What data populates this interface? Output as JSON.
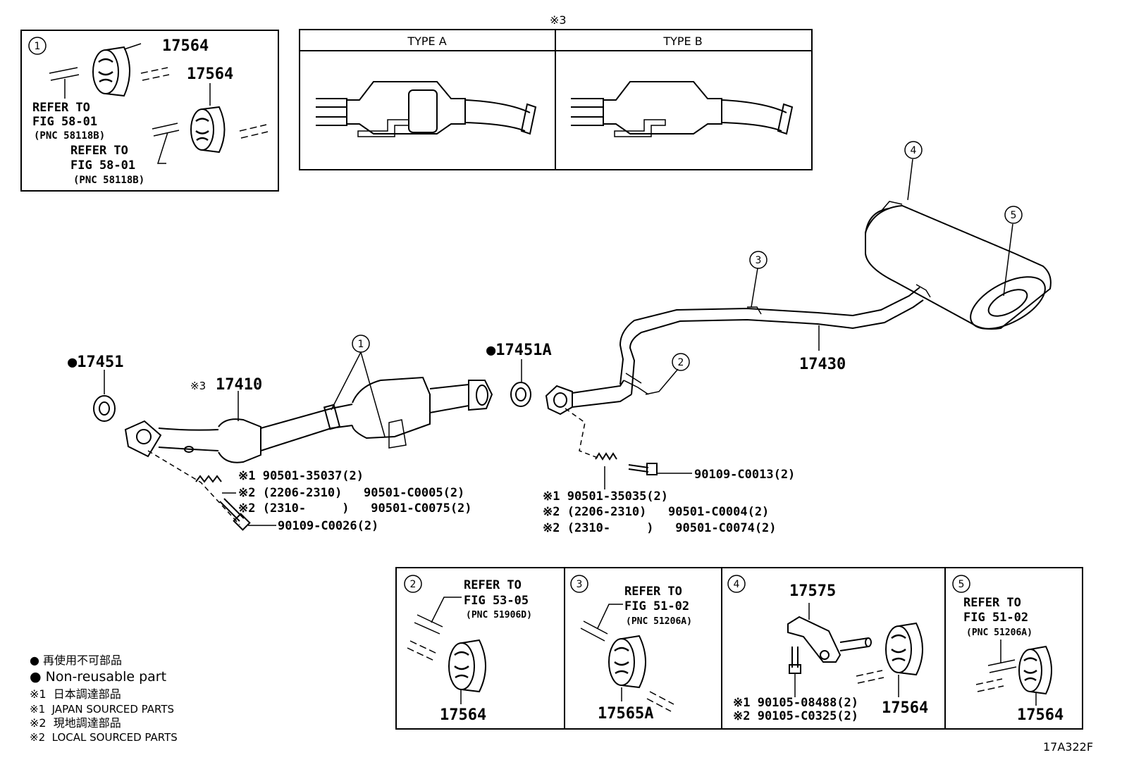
{
  "note3_mark": "※3",
  "types": {
    "a": "TYPE A",
    "b": "TYPE B"
  },
  "inset1": {
    "num": "1",
    "part_top": "17564",
    "part_mid": "17564",
    "ref1": [
      "REFER TO",
      "FIG 58-01",
      "(PNC 58118B)"
    ],
    "ref2": [
      "REFER TO",
      "FIG 58-01",
      "(PNC 58118B)"
    ]
  },
  "main": {
    "p17451": "●17451",
    "p17410_mark": "※3",
    "p17410": "17410",
    "p17451a": "●17451A",
    "p17430": "17430",
    "callouts": [
      "1",
      "2",
      "3",
      "4",
      "5"
    ],
    "left_bolts": [
      "※1 90501-35037(2)",
      "※2 (2206-2310)   90501-C0005(2)",
      "※2 (2310-     )   90501-C0075(2)",
      "90109-C0026(2)"
    ],
    "right_bolts": [
      "90109-C0013(2)",
      "※1 90501-35035(2)",
      "※2 (2206-2310)   90501-C0004(2)",
      "※2 (2310-     )   90501-C0074(2)"
    ]
  },
  "bottom_insets": [
    {
      "num": "2",
      "ref": [
        "REFER TO",
        "FIG 53-05",
        "(PNC 51906D)"
      ],
      "part": "17564"
    },
    {
      "num": "3",
      "ref": [
        "REFER TO",
        "FIG 51-02",
        "(PNC 51206A)"
      ],
      "part": "17565A"
    },
    {
      "num": "4",
      "part_top": "17575",
      "bolts": [
        "※1 90105-08488(2)",
        "※2 90105-C0325(2)"
      ],
      "part": "17564"
    },
    {
      "num": "5",
      "ref": [
        "REFER TO",
        "FIG 51-02",
        "(PNC 51206A)"
      ],
      "part": "17564"
    }
  ],
  "legend": [
    "● 再使用不可部品",
    "● Non-reusable part",
    "※1  日本調達部品",
    "※1  JAPAN SOURCED PARTS",
    "※2  現地調達部品",
    "※2  LOCAL SOURCED PARTS"
  ],
  "figure_code": "17A322F"
}
